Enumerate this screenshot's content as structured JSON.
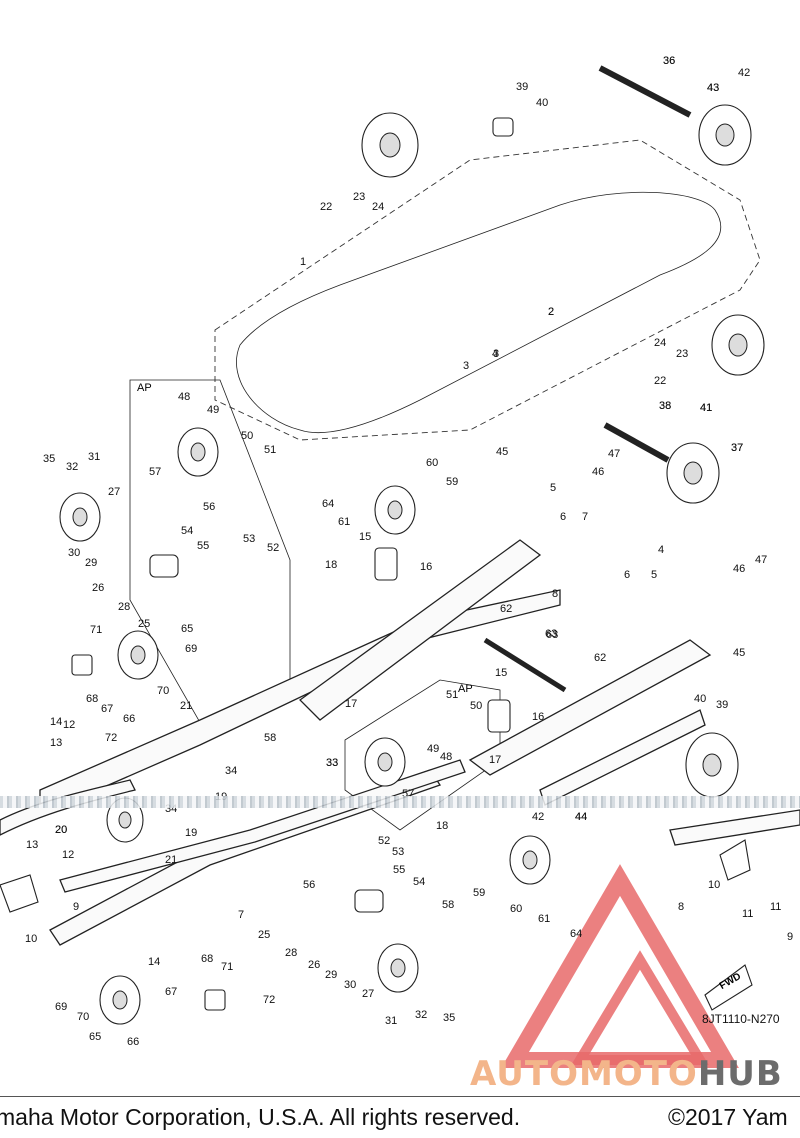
{
  "panel_label": "AP",
  "callouts": [
    "1",
    "2",
    "3",
    "4",
    "5",
    "6",
    "7",
    "8",
    "9",
    "10",
    "11",
    "12",
    "13",
    "14",
    "15",
    "16",
    "17",
    "18",
    "19",
    "20",
    "21",
    "22",
    "23",
    "24",
    "25",
    "26",
    "27",
    "28",
    "29",
    "30",
    "31",
    "32",
    "33",
    "34",
    "35",
    "36",
    "37",
    "38",
    "39",
    "40",
    "41",
    "42",
    "43",
    "44",
    "45",
    "46",
    "47",
    "48",
    "49",
    "50",
    "51",
    "52",
    "53",
    "54",
    "55",
    "56",
    "57",
    "58",
    "59",
    "60",
    "61",
    "62",
    "63",
    "64",
    "65",
    "66",
    "67",
    "68",
    "69",
    "70",
    "71",
    "72"
  ],
  "fwd_label": "FWD",
  "drawing_code": "8JT1110-N270",
  "footer": {
    "copyright_left": "maha Motor Corporation, U.S.A. All rights reserved.",
    "copyright_right": "©2017 Yam"
  },
  "watermark": {
    "part_a": "AUTOMOTO",
    "part_b": "HUB",
    "colors": {
      "triangle": "#e86a6a",
      "text_a": "#f3b58a",
      "text_b": "#6c6c6c"
    }
  },
  "colors": {
    "line": "#222222",
    "background": "#ffffff"
  }
}
